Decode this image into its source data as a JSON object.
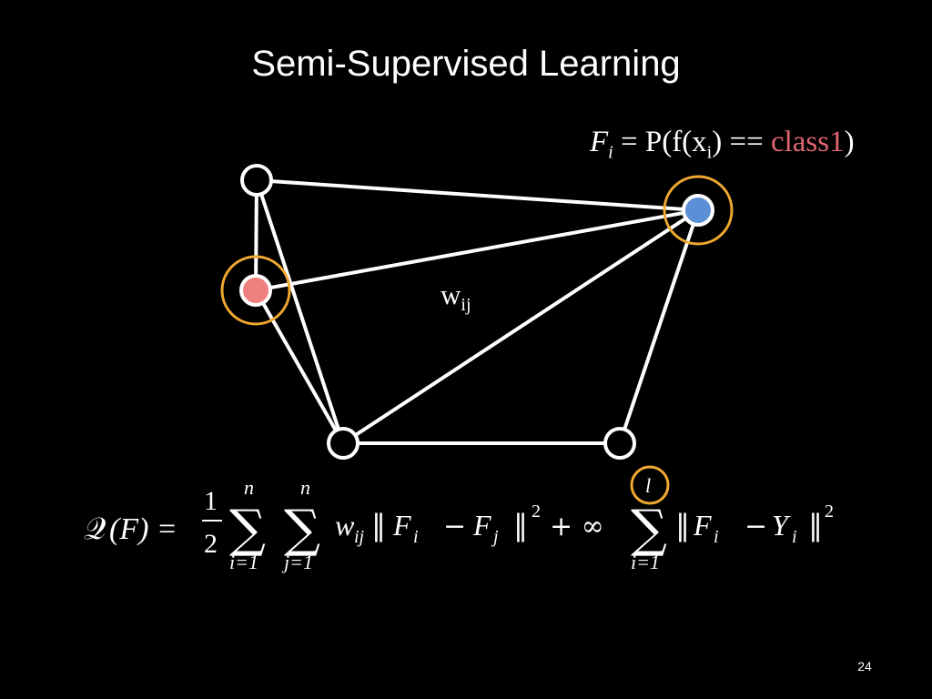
{
  "slide": {
    "title": "Semi-Supervised Learning",
    "page_number": "24"
  },
  "definition": {
    "lhs": "F",
    "lhs_sub": "i",
    "eq": " = P(f(x",
    "x_sub": "i",
    "rest": ") == ",
    "class_label": "class1",
    "close": ")"
  },
  "edge_weight": {
    "label": "w",
    "sub": "ij"
  },
  "formula": {
    "Q": "𝒬",
    "paren_F": "(F) =",
    "half_num": "1",
    "half_den": "2",
    "sum_symbol": "∑",
    "sum1_top": "n",
    "sum1_bottom": "i=1",
    "sum2_top": "n",
    "sum2_bottom": "j=1",
    "w": "w",
    "w_sub": "ij",
    "norm_open": "‖",
    "F": "F",
    "F_sub_i": "i",
    "minus": "−",
    "F_sub_j": "j",
    "norm_close": "‖",
    "sq": "2",
    "plus_inf": "+ ∞",
    "sum3_top": "l",
    "sum3_bottom": "i=1",
    "Y": "Y",
    "Y_sub": "i"
  },
  "colors": {
    "background": "#000000",
    "edge": "#ffffff",
    "labeled_class1": "#f07f7f",
    "labeled_class2": "#5b8fd6",
    "highlight_ring": "#f0a830",
    "class_text": "#e06670"
  }
}
